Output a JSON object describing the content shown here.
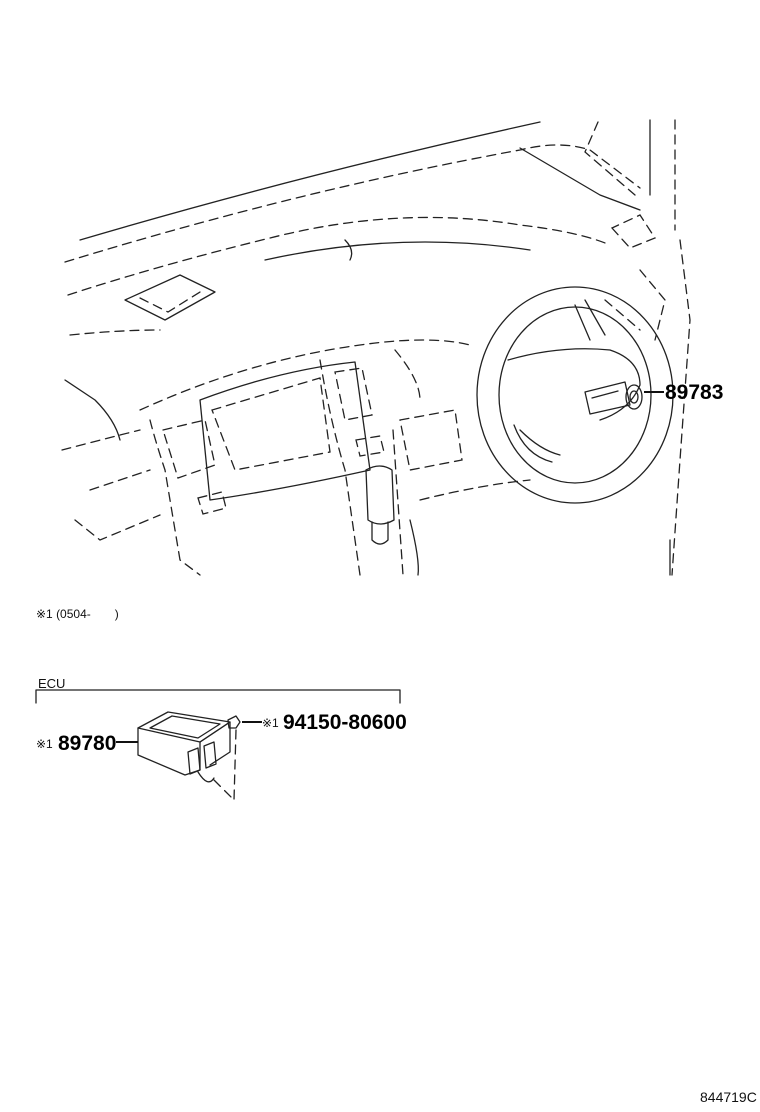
{
  "parts": {
    "p89783": "89783",
    "p89780": "89780",
    "p9415080600": "94150-80600"
  },
  "marks": {
    "ecu_part": "※1",
    "nut_part": "※1"
  },
  "note": "※1 (0504-　　)",
  "section_label": "ECU",
  "figure_number": "844719C"
}
